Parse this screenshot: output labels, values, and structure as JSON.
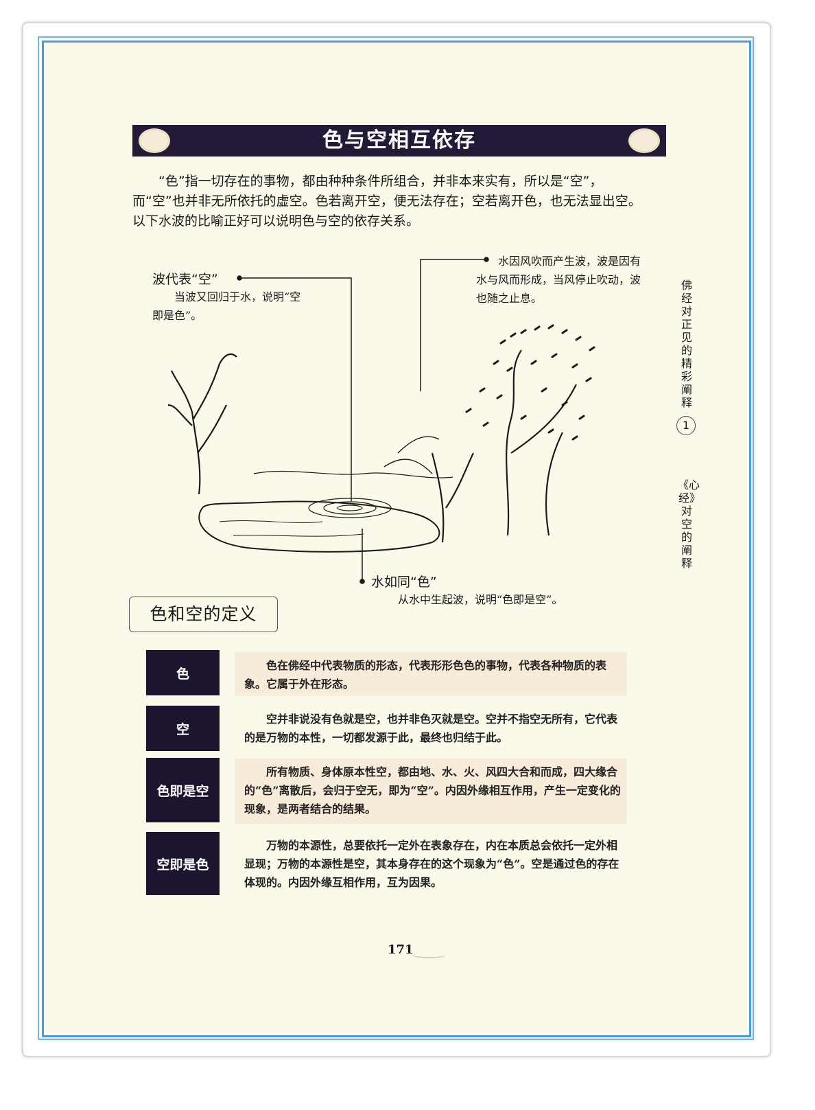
{
  "title": "色与空相互依存",
  "intro": "“色”指一切存在的事物，都由种种条件所组合，并非本来实有，所以是“空”，而“空”也并非无所依托的虚空。色若离开空，便无法存在；空若离开色，也无法显出空。以下水波的比喻正好可以说明色与空的依存关系。",
  "annotations": {
    "wave_label": "波代表“空”",
    "wave_text": "当波又回归于水，说明“空即是色”。",
    "wind_text": "水因风吹而产生波，波是因有水与风而形成，当风停止吹动，波也随之止息。",
    "water_label": "水如同“色”",
    "water_text": "从水中生起波，说明“色即是空”。"
  },
  "side": {
    "chapter": "佛经对正见的精彩阐释",
    "chapter_no": "1",
    "section": "《心经》对空的阐释"
  },
  "section_title": "色和空的定义",
  "definitions": [
    {
      "term": "色",
      "text": "色在佛经中代表物质的形态，代表形形色色的事物，代表各种物质的表象。它属于外在形态。"
    },
    {
      "term": "空",
      "text": "空并非说没有色就是空，也并非色灭就是空。空并不指空无所有，它代表的是万物的本性，一切都发源于此，最终也归结于此。"
    },
    {
      "term": "色即是空",
      "text": "所有物质、身体原本性空，都由地、水、火、风四大合和而成，四大缘合的“色”离散后，会归于空无，即为“空”。内因外缘相互作用，产生一定变化的现象，是两者结合的结果。"
    },
    {
      "term": "空即是色",
      "text": "万物的本源性，总要依托一定外在表象存在，内在本质总会依托一定外相显现；万物的本源性是空，其本身存在的这个现象为“色”。空是通过色的存在体现的。内因外缘互相作用，互为因果。"
    }
  ],
  "page_number": "171"
}
